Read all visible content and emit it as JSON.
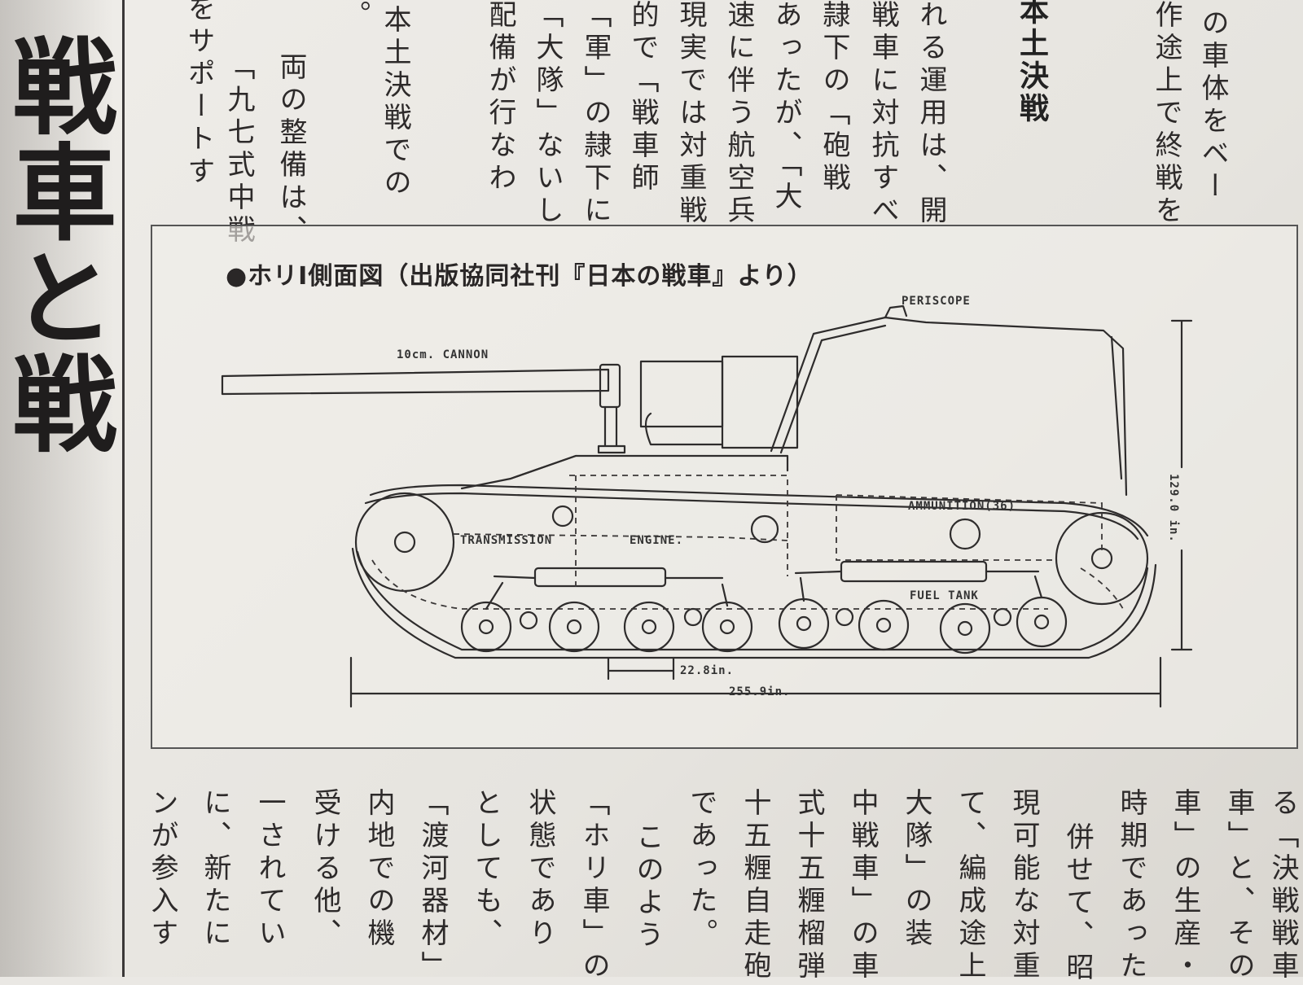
{
  "title": "戦車と戦",
  "top_columns": [
    "をサポートす",
    "「九七式中戦",
    "両の整備は、",
    "。",
    "本土決戦での",
    "配備が行なわ",
    "「大隊」ないし",
    "「軍」の隷下に",
    "的で「戦車師",
    "現実では対重戦",
    "速に伴う航空兵",
    "あったが、「大",
    "隷下の「砲戦",
    "戦車に対抗すべ",
    "れる運用は、開"
  ],
  "heading": "本土決戦",
  "top_right_columns": [
    "作途上で終戦を",
    "の車体をベー"
  ],
  "figure": {
    "caption": "●ホリⅠ側面図（出版協同社刊『日本の戦車』より）",
    "labels": {
      "cannon": "10cm. CANNON",
      "periscope": "PERISCOPE",
      "transmission": "TRANSMISSION",
      "engine": "ENGINE.",
      "ammunition": "AMMUNITION(36)",
      "fuel_tank": "FUEL TANK",
      "height": "129.0 in.",
      "wheel_spacing": "22.8in.",
      "length": "255.9in."
    }
  },
  "bottom_columns": [
    "ンが参入す",
    "に、新たに",
    "一されてい",
    "受ける他、",
    "内地での機",
    "「渡河器材」",
    "としても、",
    "状態であり",
    "「ホリ車」の",
    "このよう",
    "であった。",
    "十五糎自走砲",
    "式十五糎榴弾",
    "中戦車」の車",
    "大隊」の装",
    "て、編成途上",
    "現可能な対重",
    "併せて、昭",
    "時期であった",
    "車」の生産・",
    "車」と、その",
    "る「決戦戦車"
  ]
}
